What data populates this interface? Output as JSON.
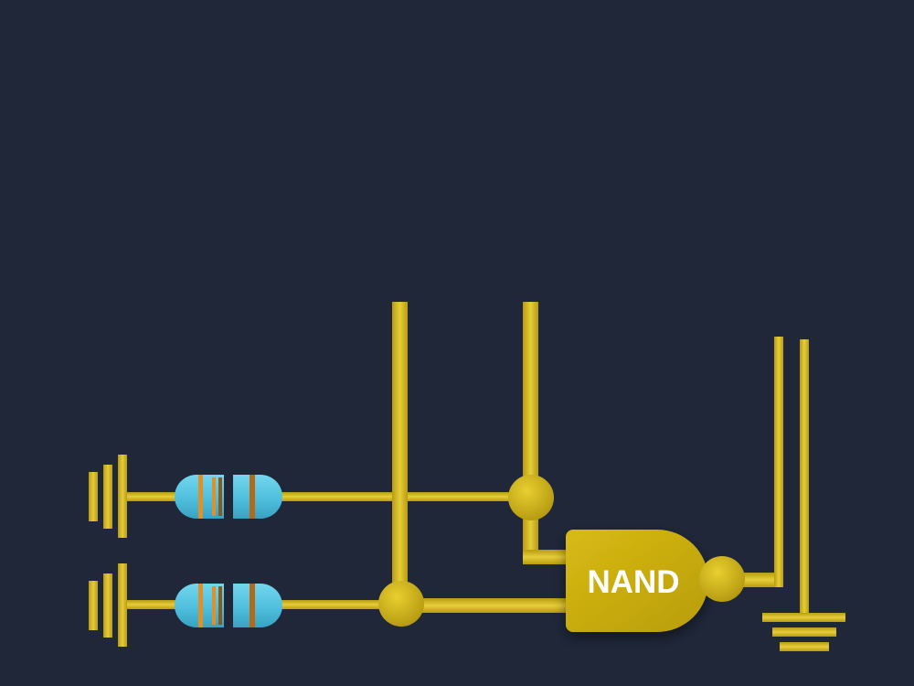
{
  "gate": {
    "type": "NAND",
    "label": "NAND"
  },
  "colors": {
    "background": "#1f2739",
    "wire": "#d4b516",
    "wire_light": "#e6cd3a",
    "wire_dark": "#a88f0a",
    "resistor_body": "#5cc7e3",
    "resistor_dark": "#3aa5c4",
    "band_orange": "#e0902a",
    "band_brown": "#8a5a1a",
    "label": "#ffffff"
  },
  "components": {
    "batteries": [
      "battery-1",
      "battery-2"
    ],
    "resistors": [
      "resistor-1",
      "resistor-2"
    ],
    "junctions": [
      "junction-upper",
      "junction-lower",
      "junction-output"
    ],
    "ground": "ground-symbol"
  }
}
